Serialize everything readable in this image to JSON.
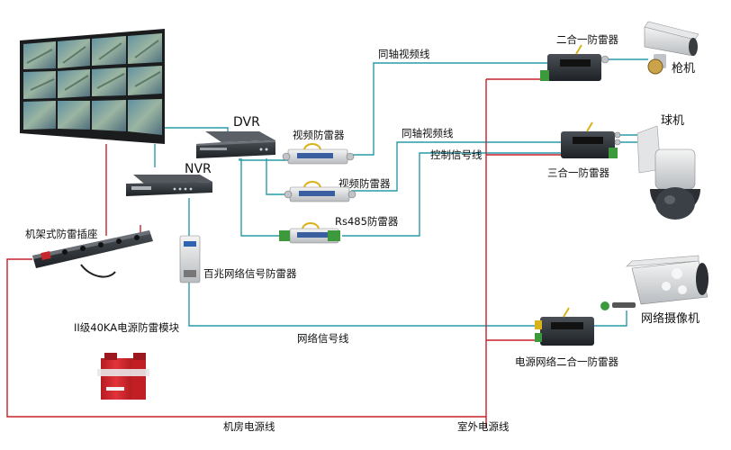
{
  "labels": {
    "dvr": "DVR",
    "nvr": "NVR",
    "video_arrester_1": "视频防雷器",
    "video_arrester_2": "视频防雷器",
    "rs485_arrester": "Rs485防雷器",
    "coax_line_top": "同轴视频线",
    "coax_line_mid": "同轴视频线",
    "control_line": "控制信号线",
    "two_in_one": "二合一防雷器",
    "three_in_one": "三合一防雷器",
    "gun_camera": "枪机",
    "dome_camera": "球机",
    "network_camera": "网络摄像机",
    "power_network_two_in_one": "电源网络二合一防雷器",
    "rack_power_socket": "机架式防雷插座",
    "network_signal_arrester": "百兆网络信号防雷器",
    "network_signal_line": "网络信号线",
    "power_module": "II级40KA电源防雷模块",
    "room_power_line": "机房电源线",
    "outdoor_power_line": "室外电源线"
  },
  "colors": {
    "signal_wire": "#2a9aa8",
    "power_wire": "#c8202a",
    "device_dark": "#2b2f33",
    "arrester_yellow": "#d9b21a",
    "module_red": "#d8262c",
    "terminal_green": "#3c9a3c"
  },
  "icons": {
    "video_wall": "monitor-wall-icon",
    "dvr": "recorder-icon",
    "nvr": "recorder-icon",
    "gun_camera": "bullet-camera-icon",
    "dome_camera": "dome-camera-icon",
    "network_camera": "box-camera-icon"
  }
}
